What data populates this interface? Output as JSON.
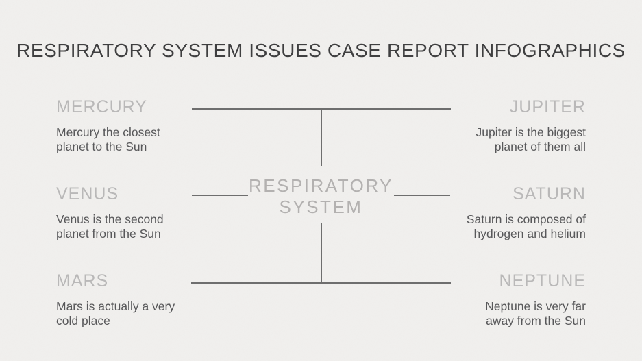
{
  "title": "RESPIRATORY SYSTEM ISSUES CASE REPORT INFOGRAPHICS",
  "center_label": {
    "line1": "RESPIRATORY",
    "line2": "SYSTEM"
  },
  "left_items": [
    {
      "name": "MERCURY",
      "desc_line1": "Mercury the closest",
      "desc_line2": "planet to the Sun"
    },
    {
      "name": "VENUS",
      "desc_line1": "Venus is the second",
      "desc_line2": "planet from the Sun"
    },
    {
      "name": "MARS",
      "desc_line1": "Mars is actually a very",
      "desc_line2": "cold place"
    }
  ],
  "right_items": [
    {
      "name": "JUPITER",
      "desc_line1": "Jupiter is the biggest",
      "desc_line2": "planet of them all"
    },
    {
      "name": "SATURN",
      "desc_line1": "Saturn is composed of",
      "desc_line2": "hydrogen and helium"
    },
    {
      "name": "NEPTUNE",
      "desc_line1": "Neptune is very far",
      "desc_line2": "away from the Sun"
    }
  ],
  "colors": {
    "slide-bg": "#f1f0ee",
    "title-text": "#3f3f40",
    "heading-text": "#b9b8b8",
    "desc-text": "#58585a",
    "center-text": "#b3b1b0",
    "line": "#6e6e6e"
  }
}
